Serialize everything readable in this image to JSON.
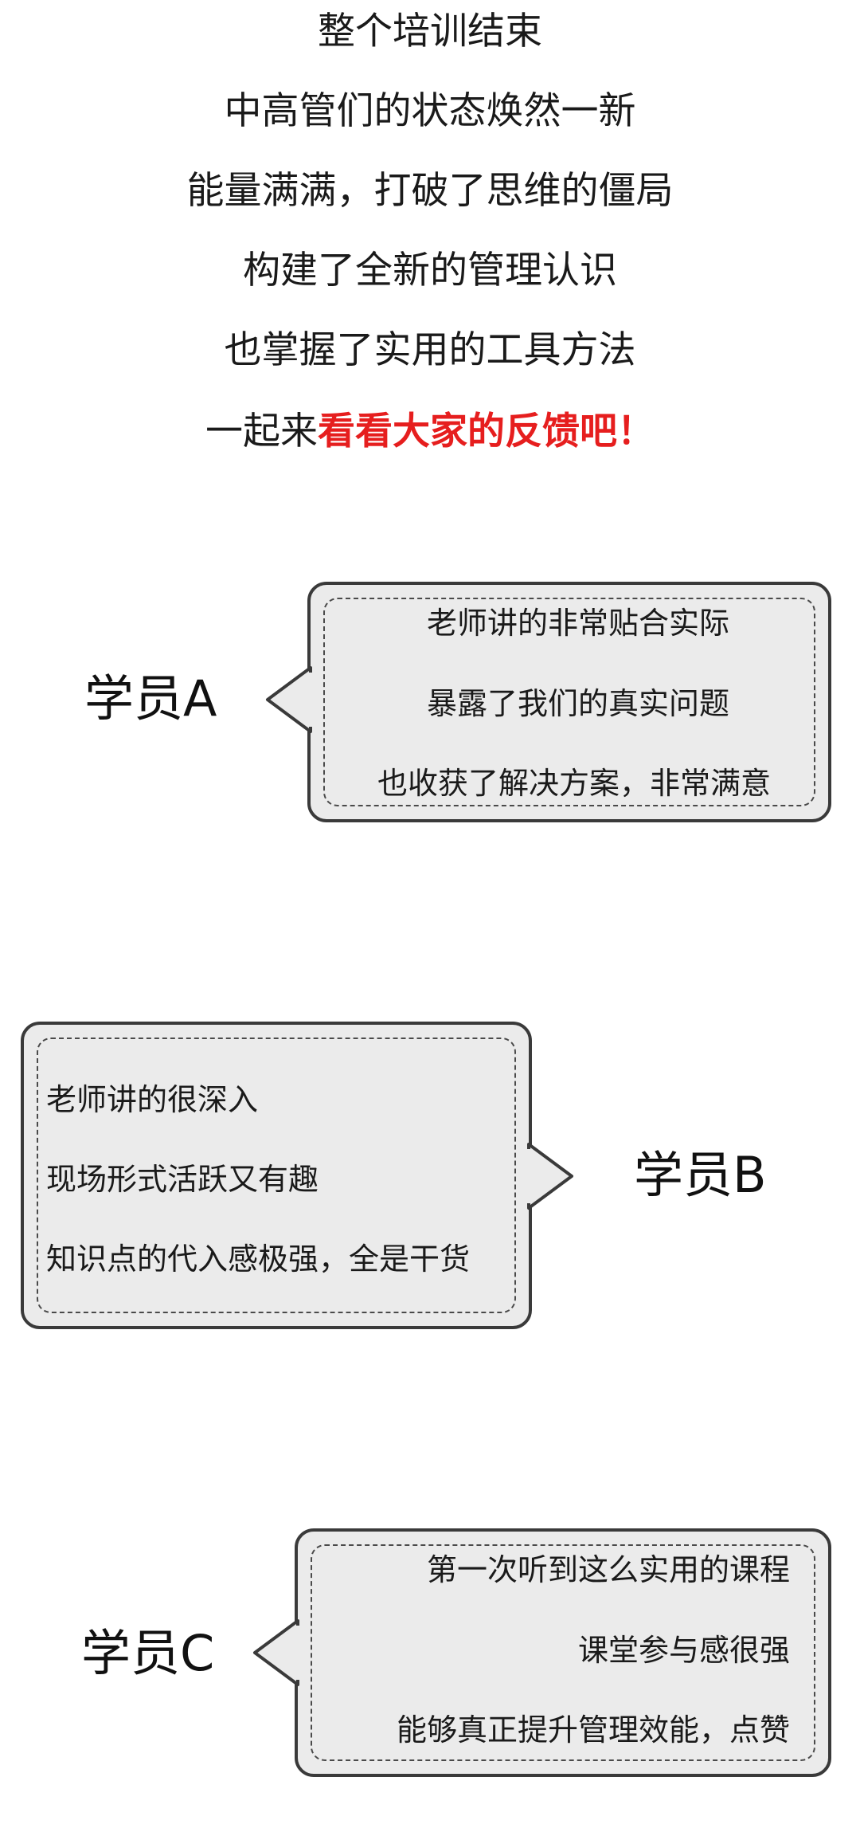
{
  "intro": {
    "lines": [
      "整个培训结束",
      "中高管们的状态焕然一新",
      "能量满满，打破了思维的僵局",
      "构建了全新的管理认识",
      "也掌握了实用的工具方法"
    ],
    "last_prefix": "一起来",
    "last_highlight": "看看大家的反馈吧！"
  },
  "colors": {
    "highlight": "#e61e1e",
    "bubble_fill": "#ebebeb",
    "bubble_border": "#3a3a3a"
  },
  "feedback": [
    {
      "student": "学员A",
      "lines": [
        "老师讲的非常贴合实际",
        "暴露了我们的真实问题",
        "也收获了解决方案，非常满意"
      ]
    },
    {
      "student": "学员B",
      "lines": [
        "老师讲的很深入",
        "现场形式活跃又有趣",
        "知识点的代入感极强，全是干货"
      ]
    },
    {
      "student": "学员C",
      "lines": [
        "第一次听到这么实用的课程",
        "课堂参与感很强",
        "能够真正提升管理效能，点赞"
      ]
    }
  ]
}
